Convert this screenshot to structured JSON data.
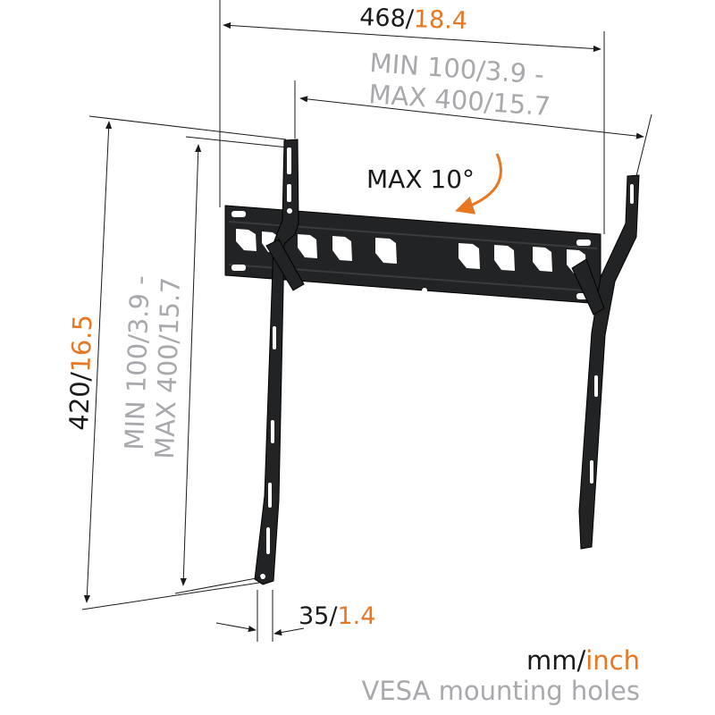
{
  "colors": {
    "black": "#1a1a1a",
    "grey": "#a7a9ac",
    "orange": "#e87722",
    "metal": "#222324",
    "metal_edge": "#000000"
  },
  "dimensions": {
    "width": {
      "mm": "468",
      "sep": "/",
      "inch": "18.4"
    },
    "vesa_h": {
      "line1_mm": "MIN 100",
      "line1_inch": "/3.9 -",
      "line2_mm": "MAX 400",
      "line2_inch": "/15.7"
    },
    "height": {
      "mm": "420",
      "sep": "/",
      "inch": "16.5"
    },
    "vesa_v": {
      "line1": "MIN 100/3.9 -",
      "line2": "MAX 400/15.7"
    },
    "depth": {
      "mm": "35",
      "sep": "/",
      "inch": "1.4"
    },
    "tilt": "MAX 10°"
  },
  "legend": {
    "mm": "mm",
    "sep": "/",
    "inch": "inch",
    "note": "VESA mounting holes"
  }
}
